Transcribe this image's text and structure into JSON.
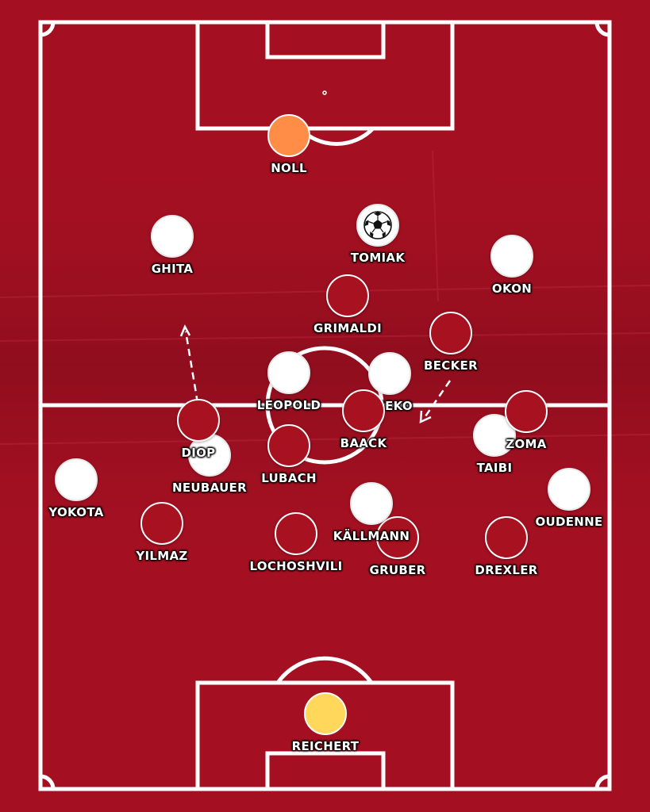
{
  "colors": {
    "background": "#a41022",
    "lines": "#ffffff",
    "home_team": "#a8111f",
    "away_team": "#ffffff",
    "goalkeeper_top": "#ff8c47",
    "goalkeeper_bottom": "#ffd75a"
  },
  "ball": {
    "icon": "soccer-ball-icon",
    "holder": "TOMIAK"
  },
  "players": [
    {
      "id": "noll",
      "name": "NOLL",
      "team": "gk-top"
    },
    {
      "id": "tomiak",
      "name": "TOMIAK",
      "team": "away"
    },
    {
      "id": "ghita",
      "name": "GHITA",
      "team": "away"
    },
    {
      "id": "okon",
      "name": "OKON",
      "team": "away"
    },
    {
      "id": "grimaldi",
      "name": "GRIMALDI",
      "team": "home"
    },
    {
      "id": "becker",
      "name": "BECKER",
      "team": "home"
    },
    {
      "id": "leopold",
      "name": "LEOPOLD",
      "team": "away"
    },
    {
      "id": "aseko",
      "name": "ASEKO",
      "team": "away"
    },
    {
      "id": "baack",
      "name": "BAACK",
      "team": "home"
    },
    {
      "id": "neubauer",
      "name": "NEUBAUER",
      "team": "away"
    },
    {
      "id": "diop",
      "name": "DIOP",
      "team": "home"
    },
    {
      "id": "lubach",
      "name": "LUBACH",
      "team": "home"
    },
    {
      "id": "taibi",
      "name": "TAIBI",
      "team": "away"
    },
    {
      "id": "zoma",
      "name": "ZOMA",
      "team": "home"
    },
    {
      "id": "yokota",
      "name": "YOKOTA",
      "team": "away"
    },
    {
      "id": "oudenne",
      "name": "OUDENNE",
      "team": "away"
    },
    {
      "id": "kallmann",
      "name": "KÄLLMANN",
      "team": "away"
    },
    {
      "id": "yilmaz",
      "name": "YILMAZ",
      "team": "home"
    },
    {
      "id": "lochoshvili",
      "name": "LOCHOSHVILI",
      "team": "home"
    },
    {
      "id": "gruber",
      "name": "GRUBER",
      "team": "home"
    },
    {
      "id": "drexler",
      "name": "DREXLER",
      "team": "home"
    },
    {
      "id": "reichert",
      "name": "REICHERT",
      "team": "gk-bottom"
    }
  ],
  "movement_arrows": [
    {
      "from": "DIOP",
      "direction": "forward"
    },
    {
      "from": "BECKER",
      "direction": "diagonal-down-left"
    }
  ]
}
